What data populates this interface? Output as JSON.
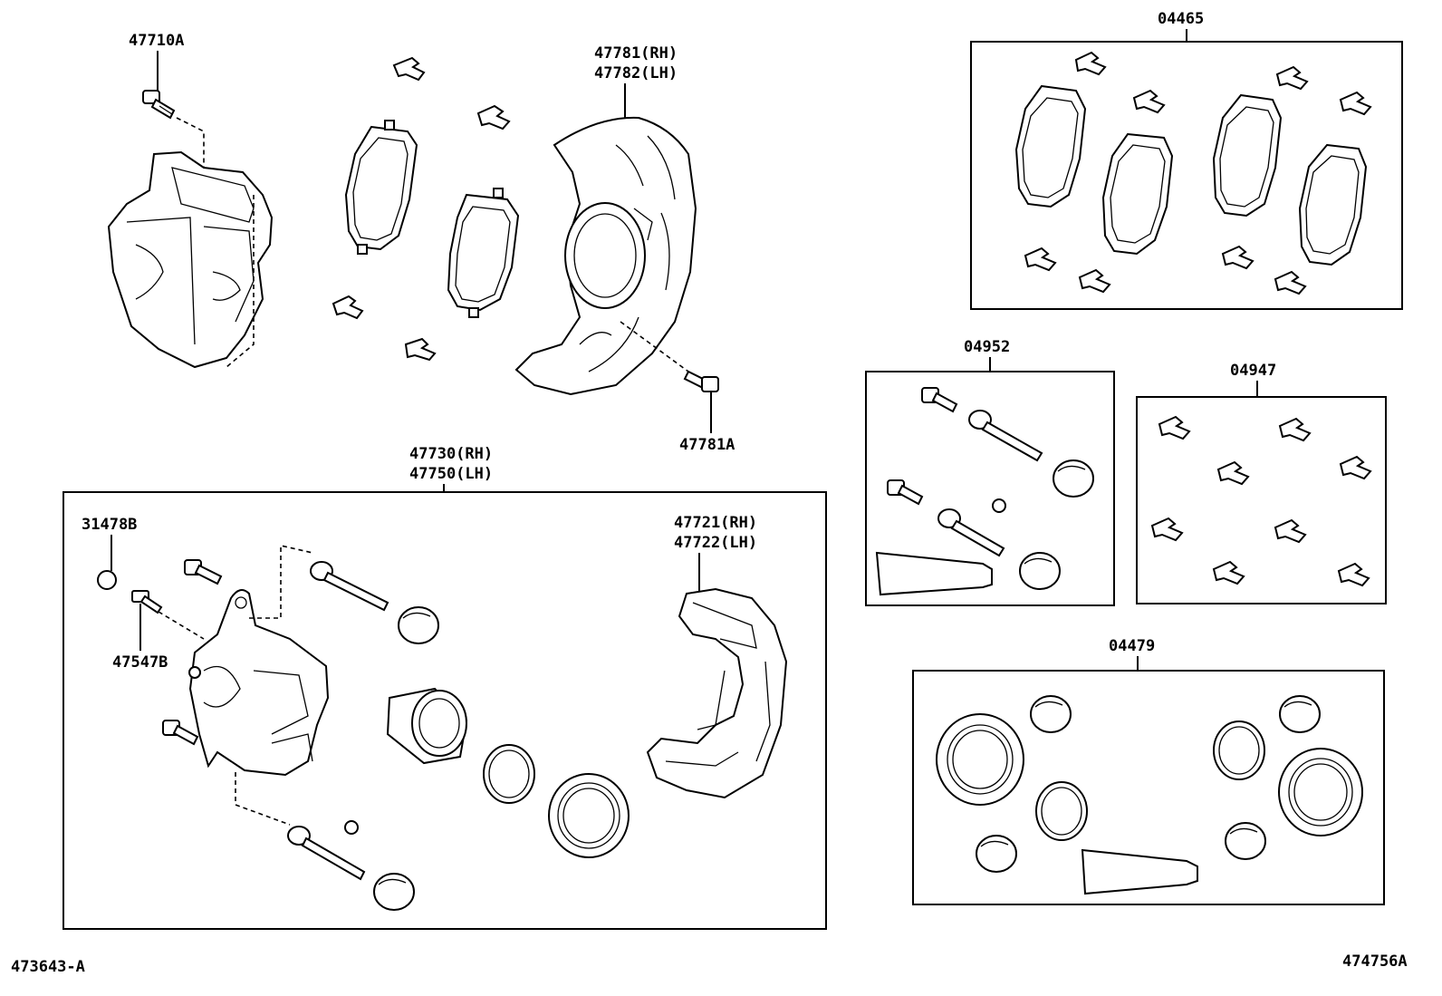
{
  "labels": {
    "p47710A": "47710A",
    "p47781_rh": "47781(RH)",
    "p47782_lh": "47782(LH)",
    "p47781A": "47781A",
    "p04465": "04465",
    "p04952": "04952",
    "p04947": "04947",
    "p04479": "04479",
    "p47730_rh": "47730(RH)",
    "p47750_lh": "47750(LH)",
    "p31478B": "31478B",
    "p47547B": "47547B",
    "p47721_rh": "47721(RH)",
    "p47722_lh": "47722(LH)",
    "code_left": "473643-A",
    "code_right": "474756A"
  },
  "colors": {
    "ink": "#000000",
    "paper": "#ffffff"
  }
}
